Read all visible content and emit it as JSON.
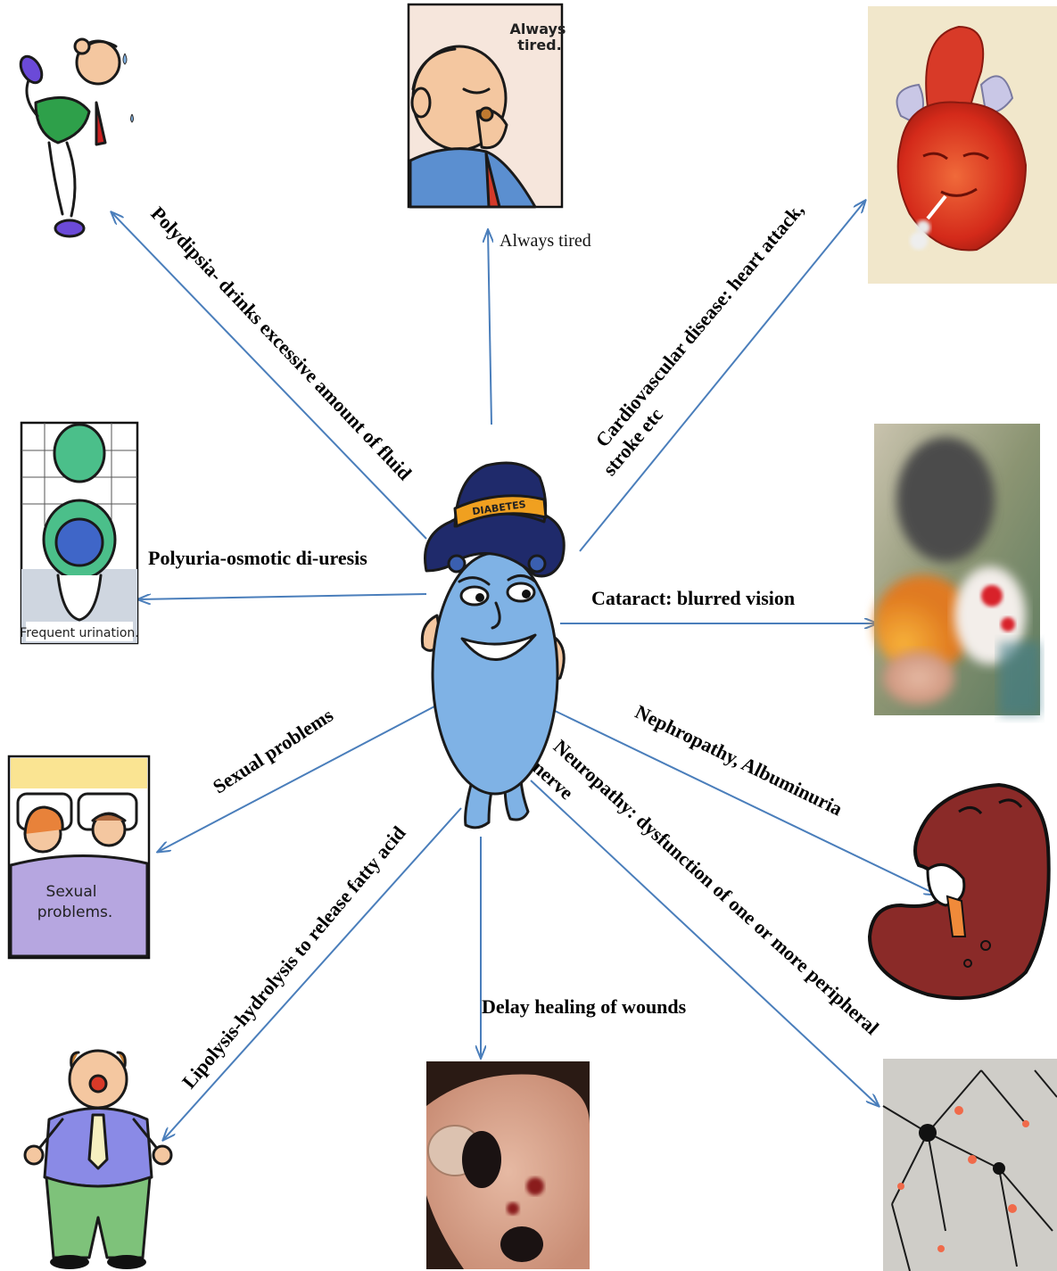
{
  "center": {
    "hat_band": "DIABETES"
  },
  "labels": {
    "polydipsia": "Polydipsia- drinks excessive amount of fluid",
    "always_tired": "Always tired",
    "cardiovascular_line1": "Cardiovascular disease: heart attack,",
    "cardiovascular_line2": "stroke etc",
    "polyuria": "Polyuria-osmotic di-uresis",
    "cataract": "Cataract: blurred vision",
    "sexual": "Sexual problems",
    "nephropathy": "Nephropathy, Albuminuria",
    "neuropathy_line1": "Neuropathy: dysfunction of one or more peripheral",
    "neuropathy_line2": "nerve",
    "lipolysis": "Lipolysis-hydrolysis to release fatty acid",
    "wounds": "Delay healing of wounds"
  },
  "image_captions": {
    "tired_line1": "Always",
    "tired_line2": "tired.",
    "urination": "Frequent urination.",
    "sexual_line1": "Sexual",
    "sexual_line2": "problems."
  },
  "colors": {
    "arrow": "#4a7ebb",
    "mascot_body": "#7fb2e5",
    "hat": "#1f2a6b",
    "hat_band": "#f0a020"
  }
}
